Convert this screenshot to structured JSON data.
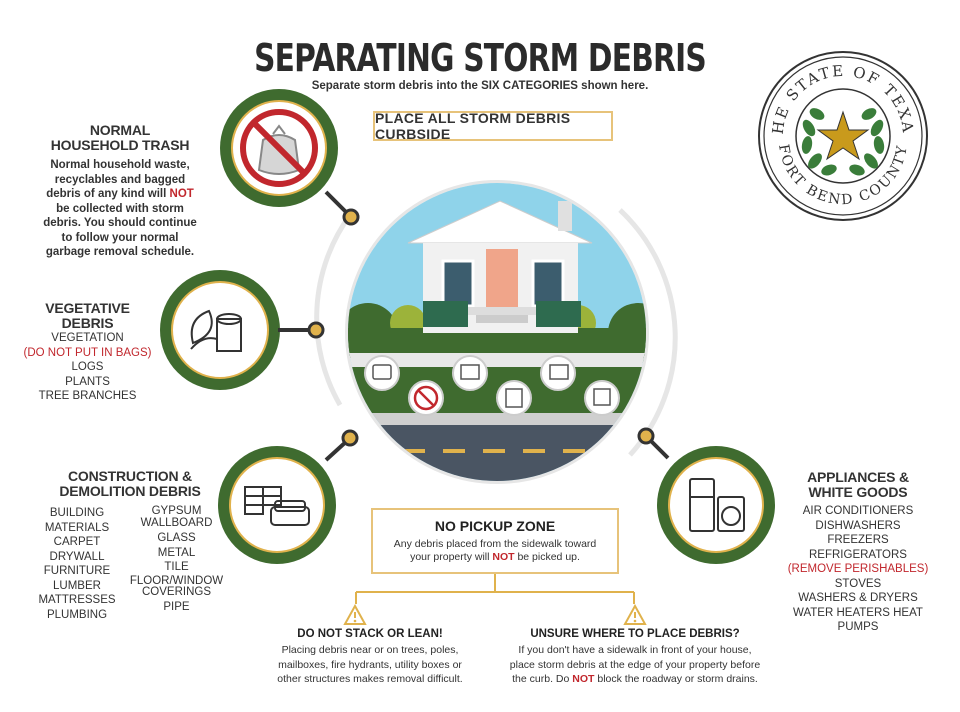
{
  "header": {
    "title": "SEPARATING STORM DEBRIS",
    "subtitle": "Separate storm debris into the SIX CATEGORIES shown here.",
    "curbside": "PLACE ALL STORM DEBRIS CURBSIDE"
  },
  "seal": {
    "top_text": "THE STATE OF TEXAS",
    "bottom_text": "FORT BEND COUNTY"
  },
  "household": {
    "title_line1": "NORMAL",
    "title_line2": "HOUSEHOLD TRASH",
    "text_line1": "Normal household waste,",
    "text_line2": "recyclables and bagged",
    "text_line3a": "debris of any kind will ",
    "text_line3b": "NOT",
    "text_line4": "be collected with storm",
    "text_line5": "debris. You should continue",
    "text_line6": "to follow your normal",
    "text_line7": "garbage removal schedule."
  },
  "vegetative": {
    "title_line1": "VEGETATIVE",
    "title_line2": "DEBRIS",
    "items": [
      "VEGETATION",
      "(DO NOT PUT IN BAGS)",
      "LOGS",
      "PLANTS",
      "TREE BRANCHES"
    ]
  },
  "construction": {
    "title_line1": "CONSTRUCTION &",
    "title_line2": "DEMOLITION DEBRIS",
    "col1": [
      "BUILDING",
      "MATERIALS",
      "CARPET",
      "DRYWALL",
      "FURNITURE",
      "LUMBER",
      "MATTRESSES",
      "PLUMBING"
    ],
    "col2": [
      "GYPSUM",
      "WALLBOARD",
      "GLASS",
      "METAL",
      "TILE",
      "FLOOR/WINDOW",
      "COVERINGS",
      "PIPE"
    ]
  },
  "appliances": {
    "title_line1": "APPLIANCES &",
    "title_line2": "WHITE GOODS",
    "items": [
      "AIR CONDITIONERS",
      "DISHWASHERS",
      "FREEZERS",
      "REFRIGERATORS",
      "(REMOVE PERISHABLES)",
      "STOVES",
      "WASHERS & DRYERS",
      "WATER HEATERS HEAT",
      "PUMPS"
    ]
  },
  "nopickup": {
    "title": "NO PICKUP ZONE",
    "line1": "Any debris placed from the sidewalk toward",
    "line2a": "your property will ",
    "line2b": "NOT",
    "line2c": " be picked up."
  },
  "stack": {
    "title": "DO NOT STACK OR LEAN!",
    "line1": "Placing debris near or on trees, poles,",
    "line2": "mailboxes, fire hydrants, utility boxes or",
    "line3": "other structures makes removal difficult."
  },
  "unsure": {
    "title": "UNSURE WHERE TO PLACE DEBRIS?",
    "line1": "If you don't have a sidewalk in front of your house,",
    "line2": "place storm debris at the edge of your property before",
    "line3a": "the curb. Do ",
    "line3b": "NOT",
    "line3c": " block the roadway or storm drains."
  },
  "colors": {
    "green": "#3f6b2f",
    "gold": "#e0b24c",
    "red": "#c1272d",
    "sky": "#8fd3ea",
    "road": "#4a5563"
  }
}
